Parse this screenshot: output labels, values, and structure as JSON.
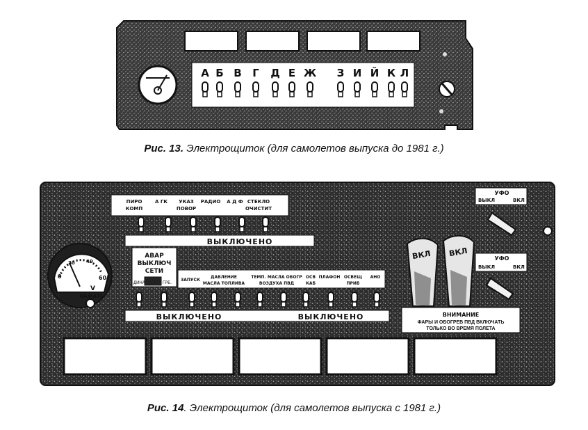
{
  "figure13": {
    "caption_num": "Рис. 13.",
    "caption_text": "Электрощиток (для самолетов выпуска до 1981 г.)",
    "switch_letters": [
      "А",
      "Б",
      "В",
      "Г",
      "Д",
      "Е",
      "Ж",
      "З",
      "И",
      "Й",
      "К",
      "Л"
    ]
  },
  "figure14": {
    "caption_num": "Рис. 14",
    "caption_text": ". Электрощиток (для самолетов выпуска с 1981 г.)",
    "top_labels": [
      {
        "l1": "ПИРО",
        "l2": "КОМП"
      },
      {
        "l1": "А ГК",
        "l2": ""
      },
      {
        "l1": "УКАЗ",
        "l2": "ПОВОР"
      },
      {
        "l1": "РАДИО",
        "l2": ""
      },
      {
        "l1": "А Д Ф",
        "l2": ""
      },
      {
        "l1": "СТЕКЛО",
        "l2": "ОЧИСТИТ"
      }
    ],
    "off_label_top": "ВЫКЛЮЧЕНО",
    "off_label_left": "ВЫКЛЮЧЕНО",
    "off_label_right": "ВЫКЛЮЧЕНО",
    "emergency_label": {
      "l1": "АВАР",
      "l2": "ВЫКЛЮЧ",
      "l3": "СЕТИ"
    },
    "emergency_sub": {
      "left": "ДИНАМ",
      "right": "ГРБ."
    },
    "zapusk_label": "ЗАПУСК",
    "bottom_labels": [
      {
        "l1": "ДАВЛЕНИЕ",
        "l2": "МАСЛА ТОПЛИВА"
      },
      {
        "l1": "ТЕМП. МАСЛА ОБОГР",
        "l2": "ВОЗДУХА ПВД"
      },
      {
        "l1": "ОСВ",
        "l2": "КАБ"
      },
      {
        "l1": "ПЛАФОН",
        "l2": ""
      },
      {
        "l1": "ОСВЕЩ",
        "l2": "ПРИБ"
      },
      {
        "l1": "АНО",
        "l2": ""
      }
    ],
    "gauge": {
      "scale": [
        "0",
        "20",
        "40",
        "60"
      ],
      "unit": "V",
      "press": "НАЖАТЬ"
    },
    "rotary1": {
      "title": "УФО",
      "left": "ВЫКЛ",
      "right": "ВКЛ"
    },
    "rotary2": {
      "title": "УФО",
      "left": "ВЫКЛ",
      "right": "ВКЛ"
    },
    "breakers": [
      "ВКЛ",
      "ВКЛ"
    ],
    "warning": {
      "title": "ВНИМАНИЕ",
      "l1": "ФАРЫ И ОБОГРЕВ ПВД ВКЛЮЧАТЬ",
      "l2": "ТОЛЬКО ВО ВРЕМЯ ПОЛЕТА"
    }
  }
}
